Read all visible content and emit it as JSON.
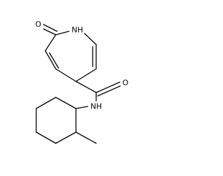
{
  "atoms": {
    "O_ring": "O",
    "NH_ring": "NH",
    "O_amide": "O",
    "NH_amide": "NH"
  }
}
